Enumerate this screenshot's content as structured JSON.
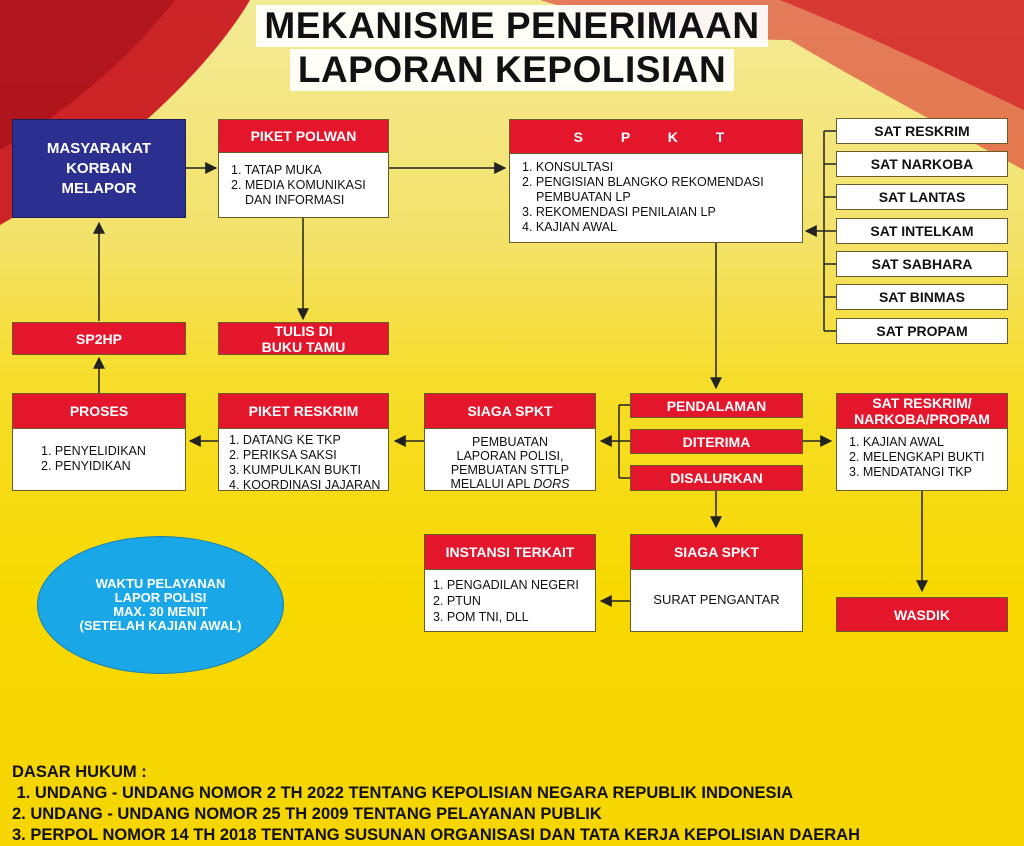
{
  "title": {
    "line1": "MEKANISME PENERIMAAN",
    "line2": "LAPORAN KEPOLISIAN"
  },
  "masyarakat": {
    "lines": [
      "MASYARAKAT",
      "KORBAN",
      "MELAPOR"
    ]
  },
  "piket_polwan": {
    "header": "PIKET POLWAN",
    "items": [
      "1. TATAP MUKA",
      "2. MEDIA KOMUNIKASI",
      "DAN INFORMASI"
    ]
  },
  "spkt": {
    "header": "S P K T",
    "items": [
      "1. KONSULTASI",
      "2. PENGISIAN BLANGKO REKOMENDASI",
      "PEMBUATAN LP",
      "3. REKOMENDASI PENILAIAN LP",
      "4. KAJIAN AWAL"
    ]
  },
  "sat_units": [
    "SAT RESKRIM",
    "SAT NARKOBA",
    "SAT LANTAS",
    "SAT INTELKAM",
    "SAT SABHARA",
    "SAT BINMAS",
    "SAT PROPAM"
  ],
  "sp2hp": "SP2HP",
  "tulis": {
    "line1": "TULIS DI",
    "line2": "BUKU TAMU"
  },
  "proses": {
    "header": "PROSES",
    "items": [
      "1. PENYELIDIKAN",
      "2. PENYIDIKAN"
    ]
  },
  "piket_reskrim": {
    "header": "PIKET RESKRIM",
    "items": [
      "1. DATANG KE TKP",
      "2. PERIKSA SAKSI",
      "3. KUMPULKAN BUKTI",
      "4. KOORDINASI JAJARAN"
    ]
  },
  "siaga_spkt_1": {
    "header": "SIAGA SPKT",
    "line1": "PEMBUATAN",
    "line2": "LAPORAN POLISI,",
    "line3": "PEMBUATAN STTLP",
    "line4_prefix": "MELALUI APL ",
    "line4_italic": "DORS"
  },
  "decisions": {
    "pendalaman": "PENDALAMAN",
    "diterima": "DITERIMA",
    "disalurkan": "DISALURKAN"
  },
  "sat_reskrim_narkoba": {
    "header_line1": "SAT RESKRIM/",
    "header_line2": "NARKOBA/PROPAM",
    "items": [
      "1. KAJIAN AWAL",
      "2. MELENGKAPI BUKTI",
      "3. MENDATANGI TKP"
    ]
  },
  "instansi": {
    "header": "INSTANSI TERKAIT",
    "items": [
      "1. PENGADILAN NEGERI",
      "2. PTUN",
      "3. POM TNI, DLL"
    ]
  },
  "siaga_spkt_2": {
    "header": "SIAGA SPKT",
    "body": "SURAT PENGANTAR"
  },
  "wasdik": "WASDIK",
  "waktu": {
    "lines": [
      "WAKTU PELAYANAN",
      "LAPOR POLISI",
      "MAX. 30 MENIT",
      "(SETELAH KAJIAN AWAL)"
    ]
  },
  "dasar_hukum": {
    "heading": "DASAR HUKUM :",
    "items": [
      " 1. UNDANG - UNDANG NOMOR 2 TH 2022 TENTANG KEPOLISIAN NEGARA REPUBLIK INDONESIA",
      "2. UNDANG - UNDANG NOMOR 25 TH 2009 TENTANG PELAYANAN PUBLIK",
      "3. PERPOL NOMOR 14 TH 2018 TENTANG SUSUNAN ORGANISASI DAN TATA KERJA KEPOLISIAN DAERAH"
    ]
  },
  "colors": {
    "red": "#e3162c",
    "navy": "#2b2f8f",
    "blue": "#19a7e8",
    "yellow": "#f7d900"
  }
}
